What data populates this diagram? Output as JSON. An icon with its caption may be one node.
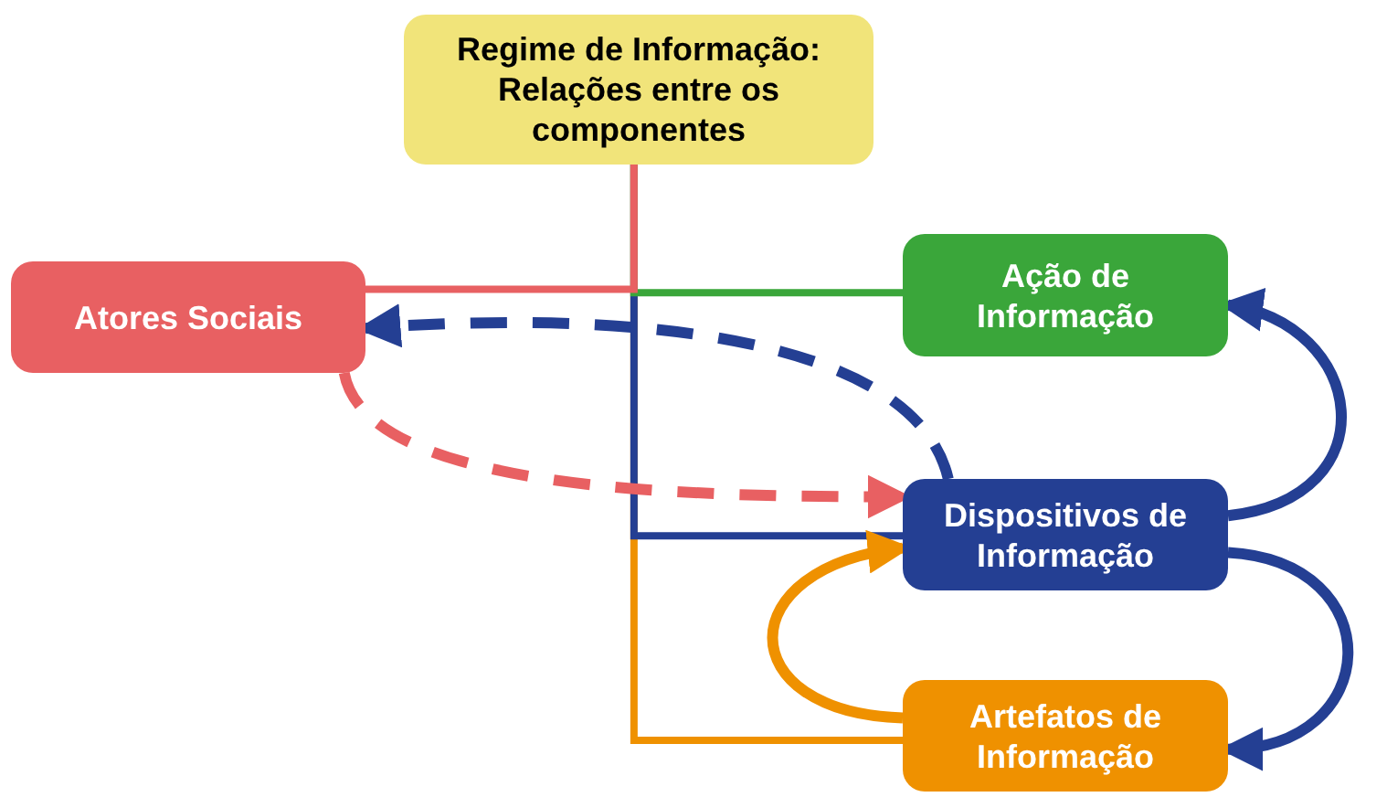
{
  "diagram": {
    "nodes": [
      {
        "text": [
          "Regime de Informação: Relações entre os componentes"
        ]
      },
      {
        "text": [
          "Atores Sociais"
        ]
      },
      {
        "text": [
          "Ação de Informação"
        ]
      },
      {
        "text": [
          "Dispositivos de Informação"
        ]
      },
      {
        "text": [
          "Artefatos de Informação"
        ]
      }
    ],
    "edges": [
      {
        "from": 0,
        "to": 4,
        "arrow": "none",
        "color": "#ef9100"
      },
      {
        "from": 0,
        "to": 3,
        "arrow": "none"
      },
      {
        "from": 0,
        "to": 2,
        "arrow": "none",
        "color": "#3aa63a"
      },
      {
        "from": 0,
        "to": 1,
        "arrow": "none",
        "color": "#e86062"
      },
      {
        "from": 3,
        "to": 1,
        "arrow": "to",
        "style": "dashed"
      },
      {
        "from": 1,
        "to": 3,
        "arrow": "to",
        "style": "dashed",
        "color": "#e86062"
      },
      {
        "from": 3,
        "to": 2,
        "arrow": "to"
      },
      {
        "from": 3,
        "to": 4,
        "arrow": "to"
      },
      {
        "from": 4,
        "to": 3,
        "arrow": "to",
        "color": "#ef9100"
      }
    ]
  }
}
